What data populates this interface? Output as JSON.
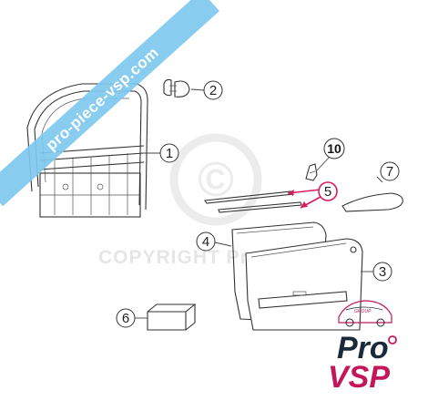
{
  "banner": {
    "text": "pro-piece-vsp.com",
    "color": "#7ec8ee"
  },
  "watermark": {
    "text": "COPYRIGHT ProVSP",
    "symbol": "©"
  },
  "callouts": [
    {
      "id": "1",
      "label": "1"
    },
    {
      "id": "2",
      "label": "2"
    },
    {
      "id": "3",
      "label": "3"
    },
    {
      "id": "4",
      "label": "4"
    },
    {
      "id": "5",
      "label": "5"
    },
    {
      "id": "6",
      "label": "6"
    },
    {
      "id": "7",
      "label": "7"
    },
    {
      "id": "10",
      "label": "10"
    }
  ],
  "logo": {
    "group_text": "GROUP",
    "word1": "Pro",
    "word2": "VSP",
    "accent": "#c2185b",
    "dark": "#1a2a3a"
  },
  "highlight_color": "#d81b60"
}
